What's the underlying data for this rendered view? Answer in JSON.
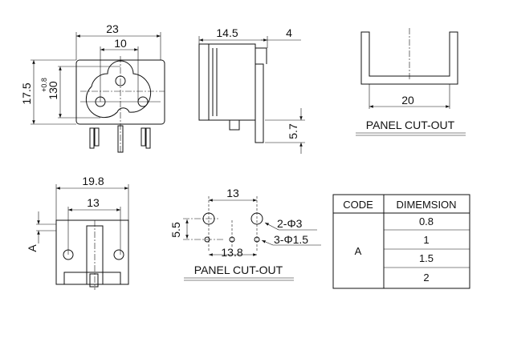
{
  "front_view": {
    "width_dim": "23",
    "pin_spacing_dim": "10",
    "height_dim": "17.5",
    "tolerance": "+0.8",
    "inner_height_dim": "130"
  },
  "side_view": {
    "depth_dim": "14.5",
    "flange_dim": "4",
    "pin_length_dim": "5.7"
  },
  "panel_cutout_top": {
    "width_dim": "20",
    "label": "PANEL CUT-OUT"
  },
  "bottom_view": {
    "width_dim": "19.8",
    "pin_spacing_dim": "13",
    "variable_label": "A"
  },
  "panel_cutout_holes": {
    "large_spacing_dim": "13",
    "vertical_offset_dim": "5.5",
    "small_spacing_dim": "13.8",
    "large_holes_label": "2-Φ3",
    "small_holes_label": "3-Φ1.5",
    "label": "PANEL CUT-OUT"
  },
  "dimension_table": {
    "headers": [
      "CODE",
      "DIMEMSION"
    ],
    "code": "A",
    "values": [
      "0.8",
      "1",
      "1.5",
      "2"
    ]
  }
}
